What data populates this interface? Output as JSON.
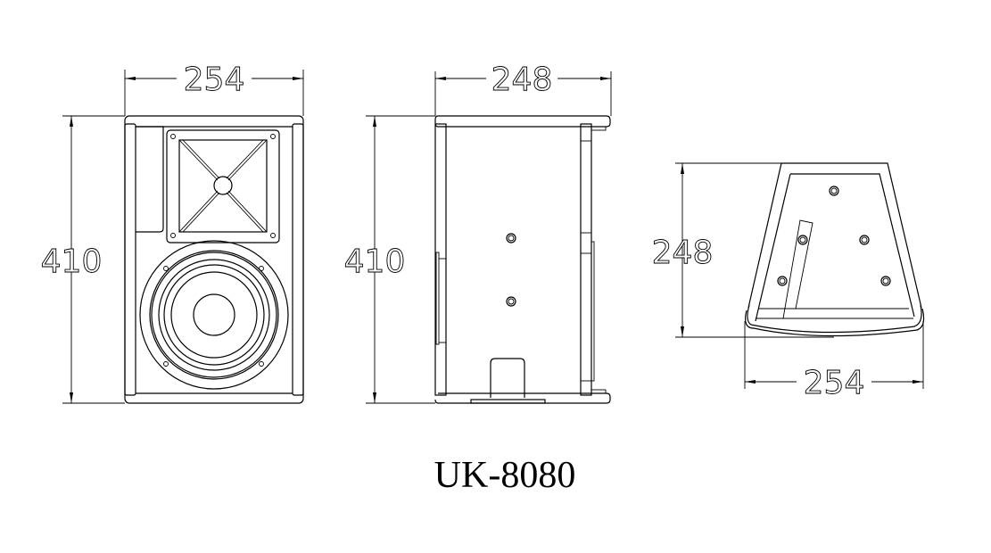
{
  "model": "UK-8080",
  "front_view": {
    "width_label": "254",
    "height_label": "410"
  },
  "side_view": {
    "depth_label": "248",
    "height_label": "410"
  },
  "top_view": {
    "depth_label": "248",
    "width_label": "254"
  }
}
